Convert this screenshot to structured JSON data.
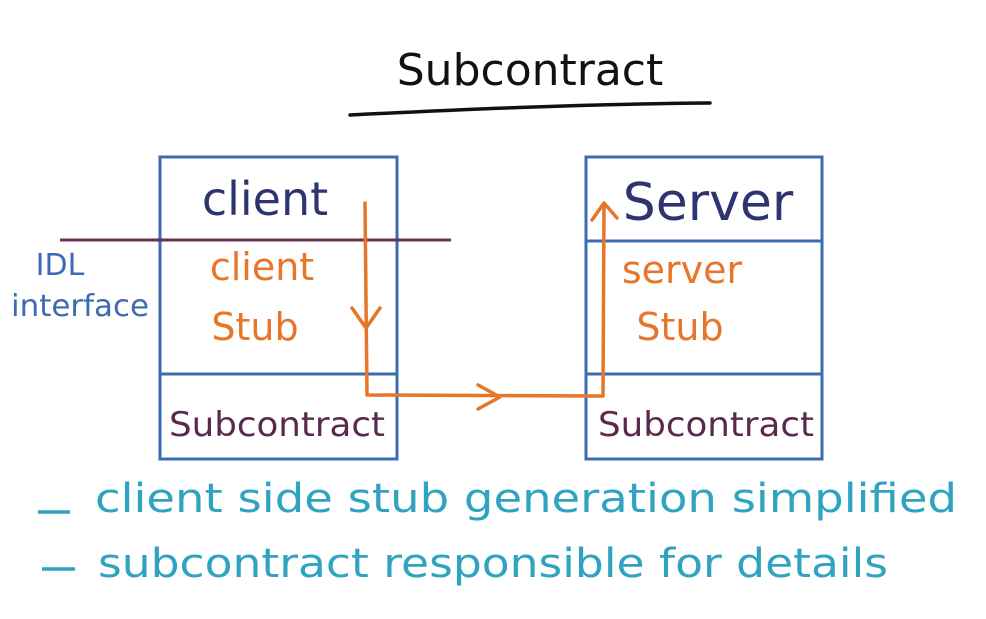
{
  "title": "Subcontract",
  "idl_label": {
    "line1": "IDL",
    "line2": "interface"
  },
  "client_box": {
    "header": "client",
    "stub_line1": "client",
    "stub_line2": "Stub",
    "subcontract": "Subcontract"
  },
  "server_box": {
    "header": "Server",
    "stub_line1": "server",
    "stub_line2": "Stub",
    "subcontract": "Subcontract"
  },
  "notes": [
    "client side stub generation simplified",
    "subcontract responsible for details"
  ],
  "colors": {
    "box_border": "#3b6bb0",
    "header_text": "#2e3470",
    "stub_text": "#e8762a",
    "subcontract_text": "#5a2a4e",
    "idl_line": "#6b2f4f",
    "idl_text": "#3b6bb0",
    "arrow": "#e8762a",
    "notes_text": "#2fa3c0",
    "title_text": "#111111"
  }
}
